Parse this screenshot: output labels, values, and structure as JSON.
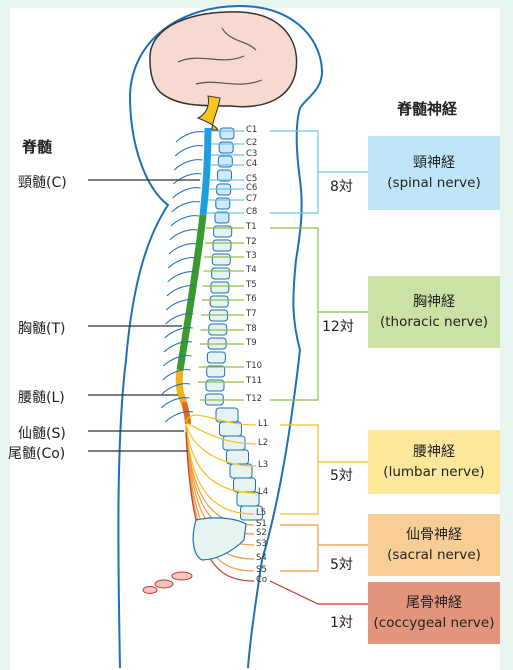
{
  "title": "脊髄神経",
  "spinal_cord": {
    "title": "脊髄",
    "regions": [
      {
        "label": "頸髄(C)"
      },
      {
        "label": "胸髄(T)"
      },
      {
        "label": "腰髄(L)"
      },
      {
        "label": "仙髄(S)"
      },
      {
        "label": "尾髄(Co)"
      }
    ]
  },
  "segments": [
    "C1",
    "C2",
    "C3",
    "C4",
    "C5",
    "C6",
    "C7",
    "C8",
    "T1",
    "T2",
    "T3",
    "T4",
    "T5",
    "T6",
    "T7",
    "T8",
    "T9",
    "T10",
    "T11",
    "T12",
    "L1",
    "L2",
    "L3",
    "L4",
    "L5",
    "S1",
    "S2",
    "S3",
    "S4",
    "S5",
    "Co"
  ],
  "nerves": [
    {
      "jp": "頸神経",
      "en": "(spinal nerve)",
      "count": "8対",
      "color": "#bfe6f8",
      "line": "#6cc6ea"
    },
    {
      "jp": "胸神経",
      "en": "(thoracic nerve)",
      "count": "12対",
      "color": "#cbe2a4",
      "line": "#8dbe4e"
    },
    {
      "jp": "腰神経",
      "en": "(lumbar nerve)",
      "count": "5対",
      "color": "#fce79a",
      "line": "#f0c21f"
    },
    {
      "jp": "仙骨神経",
      "en": "(sacral nerve)",
      "count": "5対",
      "color": "#f8cd96",
      "line": "#f09a3c"
    },
    {
      "jp": "尾骨神経",
      "en": "(coccygeal nerve)",
      "count": "1対",
      "color": "#e2947c",
      "line": "#c43a2c"
    }
  ]
}
